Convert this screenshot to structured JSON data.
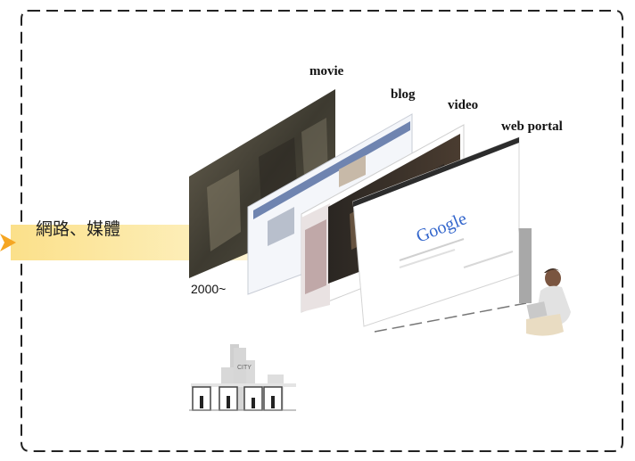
{
  "labels": {
    "movie": "movie",
    "blog": "blog",
    "video": "video",
    "web_portal": "web portal",
    "flow": "網路、媒體",
    "year": "2000~",
    "city": "CITY",
    "search_logo": "Google"
  },
  "colors": {
    "flow_band": "#fde9a8",
    "flow_arrow": "#f5a623",
    "border": "#222222",
    "screen_gray": "#a8a8a8"
  },
  "icons": [
    "arrow-right-icon",
    "person-laptop-icon",
    "city-skyline-icon"
  ]
}
